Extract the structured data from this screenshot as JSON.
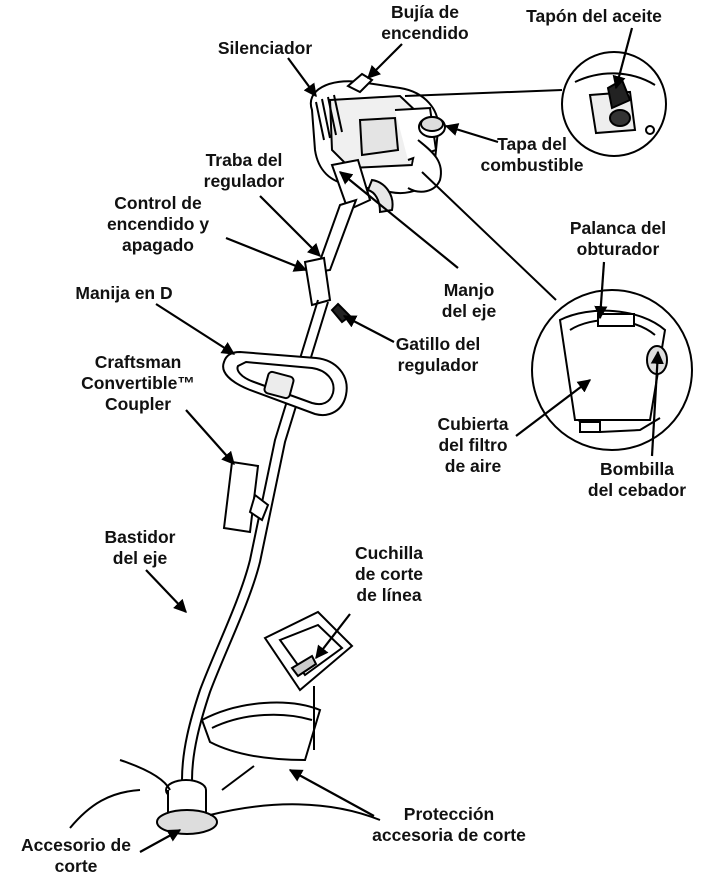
{
  "labels": {
    "spark_plug": "Bujía de\nencendido",
    "oil_cap": "Tapón del aceite",
    "muffler": "Silenciador",
    "fuel_cap": "Tapa del\ncombustible",
    "throttle_lock": "Traba del\nregulador",
    "on_off": "Control de\nencendido y\napagado",
    "choke_lever": "Palanca del\nobturador",
    "shaft_handle": "Manjo\ndel eje",
    "d_handle": "Manija en D",
    "throttle_trigger": "Gatillo del\nregulador",
    "coupler": "Craftsman\nConvertible™\nCoupler",
    "air_filter": "Cubierta\ndel filtro\nde aire",
    "primer_bulb": "Bombilla\ndel cebador",
    "shaft_housing": "Bastidor\ndel eje",
    "line_blade": "Cuchilla\nde corte\nde línea",
    "guard": "Protección\naccesoria de corte",
    "attachment": "Accesorio de\ncorte"
  }
}
